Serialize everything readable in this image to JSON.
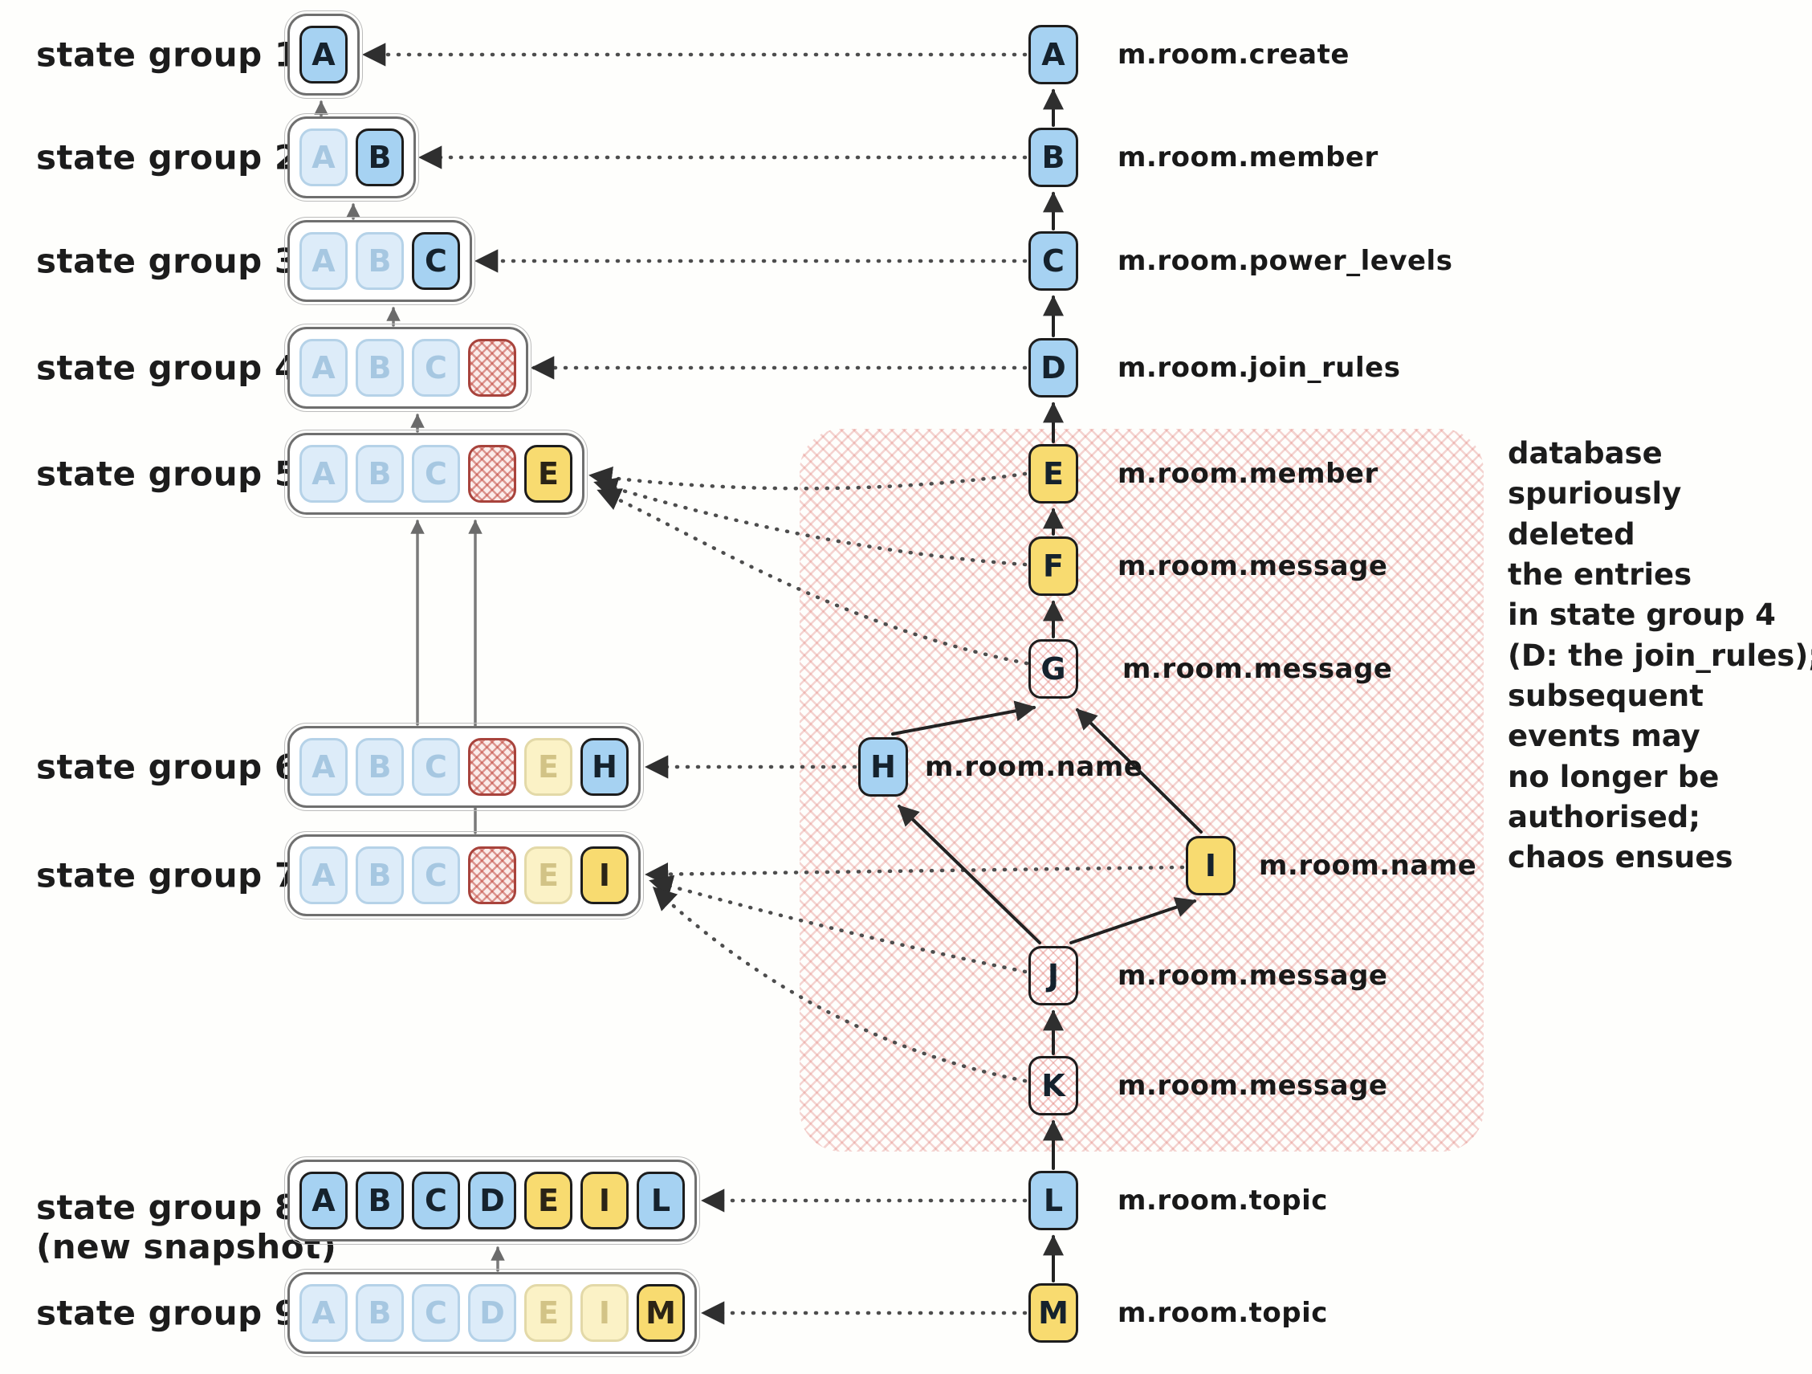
{
  "state_groups": [
    {
      "label": "state group 1:",
      "chips": [
        {
          "l": "A",
          "s": "blue-active"
        }
      ]
    },
    {
      "label": "state group 2:",
      "chips": [
        {
          "l": "A",
          "s": "blue-faded"
        },
        {
          "l": "B",
          "s": "blue-active"
        }
      ]
    },
    {
      "label": "state group 3:",
      "chips": [
        {
          "l": "A",
          "s": "blue-faded"
        },
        {
          "l": "B",
          "s": "blue-faded"
        },
        {
          "l": "C",
          "s": "blue-active"
        }
      ]
    },
    {
      "label": "state group 4:",
      "chips": [
        {
          "l": "A",
          "s": "blue-faded"
        },
        {
          "l": "B",
          "s": "blue-faded"
        },
        {
          "l": "C",
          "s": "blue-faded"
        },
        {
          "l": "",
          "s": "deleted-hatched"
        }
      ]
    },
    {
      "label": "state group 5:",
      "chips": [
        {
          "l": "A",
          "s": "blue-faded"
        },
        {
          "l": "B",
          "s": "blue-faded"
        },
        {
          "l": "C",
          "s": "blue-faded"
        },
        {
          "l": "",
          "s": "deleted-hatched"
        },
        {
          "l": "E",
          "s": "yellow-active"
        }
      ]
    },
    {
      "label": "state group 6:",
      "chips": [
        {
          "l": "A",
          "s": "blue-faded"
        },
        {
          "l": "B",
          "s": "blue-faded"
        },
        {
          "l": "C",
          "s": "blue-faded"
        },
        {
          "l": "",
          "s": "deleted-hatched"
        },
        {
          "l": "E",
          "s": "yellow-faded"
        },
        {
          "l": "H",
          "s": "blue-active"
        }
      ]
    },
    {
      "label": "state group 7:",
      "chips": [
        {
          "l": "A",
          "s": "blue-faded"
        },
        {
          "l": "B",
          "s": "blue-faded"
        },
        {
          "l": "C",
          "s": "blue-faded"
        },
        {
          "l": "",
          "s": "deleted-hatched"
        },
        {
          "l": "E",
          "s": "yellow-faded"
        },
        {
          "l": "I",
          "s": "yellow-active"
        }
      ]
    },
    {
      "label": "state group 8:",
      "sublabel": "(new snapshot)",
      "chips": [
        {
          "l": "A",
          "s": "blue-active"
        },
        {
          "l": "B",
          "s": "blue-active"
        },
        {
          "l": "C",
          "s": "blue-active"
        },
        {
          "l": "D",
          "s": "blue-active"
        },
        {
          "l": "E",
          "s": "yellow-active"
        },
        {
          "l": "I",
          "s": "yellow-active"
        },
        {
          "l": "L",
          "s": "blue-active"
        }
      ]
    },
    {
      "label": "state group 9:",
      "chips": [
        {
          "l": "A",
          "s": "blue-faded"
        },
        {
          "l": "B",
          "s": "blue-faded"
        },
        {
          "l": "C",
          "s": "blue-faded"
        },
        {
          "l": "D",
          "s": "blue-faded"
        },
        {
          "l": "E",
          "s": "yellow-faded"
        },
        {
          "l": "I",
          "s": "yellow-faded"
        },
        {
          "l": "M",
          "s": "yellow-active"
        }
      ]
    }
  ],
  "events": [
    {
      "letter": "A",
      "type": "m.room.create",
      "style": "blue"
    },
    {
      "letter": "B",
      "type": "m.room.member",
      "style": "blue"
    },
    {
      "letter": "C",
      "type": "m.room.power_levels",
      "style": "blue"
    },
    {
      "letter": "D",
      "type": "m.room.join_rules",
      "style": "blue"
    },
    {
      "letter": "E",
      "type": "m.room.member",
      "style": "yellow"
    },
    {
      "letter": "F",
      "type": "m.room.message",
      "style": "yellow"
    },
    {
      "letter": "G",
      "type": "m.room.message",
      "style": "hatched"
    },
    {
      "letter": "H",
      "type": "m.room.name",
      "style": "blue"
    },
    {
      "letter": "I",
      "type": "m.room.name",
      "style": "yellow"
    },
    {
      "letter": "J",
      "type": "m.room.message",
      "style": "hatched"
    },
    {
      "letter": "K",
      "type": "m.room.message",
      "style": "hatched"
    },
    {
      "letter": "L",
      "type": "m.room.topic",
      "style": "blue"
    },
    {
      "letter": "M",
      "type": "m.room.topic",
      "style": "yellow"
    }
  ],
  "annotation": {
    "lines": [
      "database",
      "spuriously",
      "deleted",
      "the entries",
      "in state group 4",
      "(D: the join_rules);",
      "subsequent",
      "events may",
      "no longer be",
      "authorised;",
      "chaos ensues"
    ]
  },
  "colors": {
    "blue": "#a6d2f2",
    "yellow": "#f8db70",
    "faded_blue": "#ddecf9",
    "faded_yellow": "#fbf2c6",
    "hatch_red": "#df716a",
    "outline": "#1d1d1d"
  }
}
